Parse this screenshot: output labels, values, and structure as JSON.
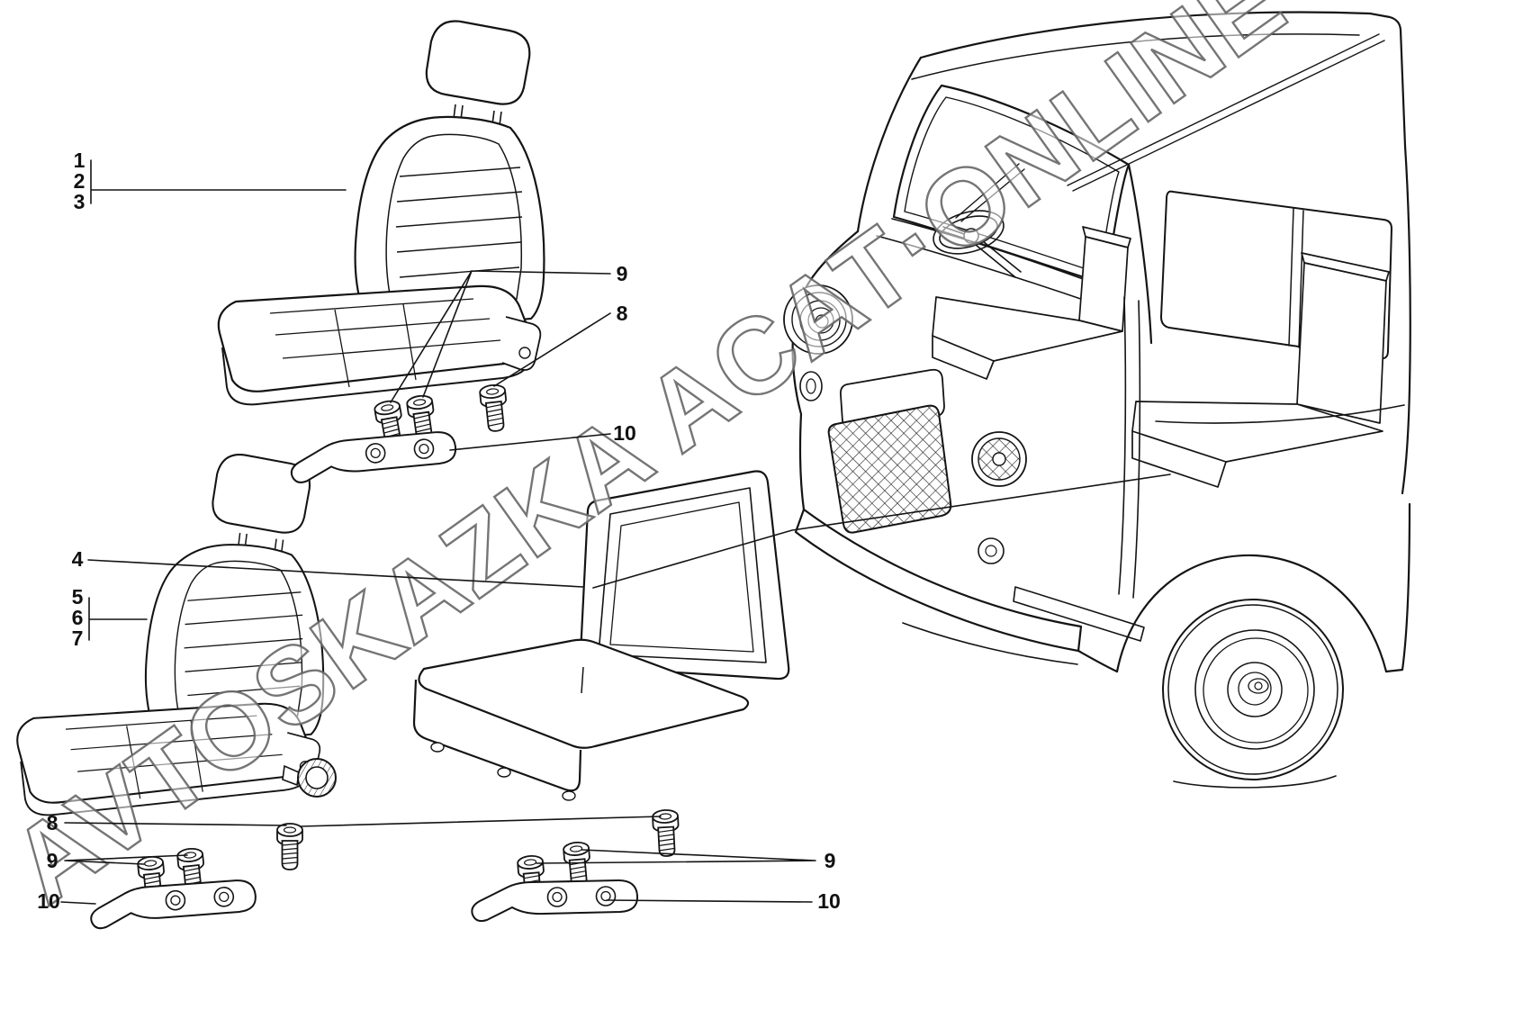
{
  "watermark": {
    "text": "AVTOSKAZKA ACAT·ONLINE"
  },
  "callouts": [
    {
      "label": "1"
    },
    {
      "label": "2"
    },
    {
      "label": "3"
    },
    {
      "label": "9"
    },
    {
      "label": "8"
    },
    {
      "label": "10"
    },
    {
      "label": "4"
    },
    {
      "label": "5"
    },
    {
      "label": "6"
    },
    {
      "label": "7"
    },
    {
      "label": "8"
    },
    {
      "label": "9"
    },
    {
      "label": "10"
    },
    {
      "label": "9"
    },
    {
      "label": "10"
    }
  ],
  "colors": {
    "ink": "#141414",
    "paper": "#ffffff"
  }
}
